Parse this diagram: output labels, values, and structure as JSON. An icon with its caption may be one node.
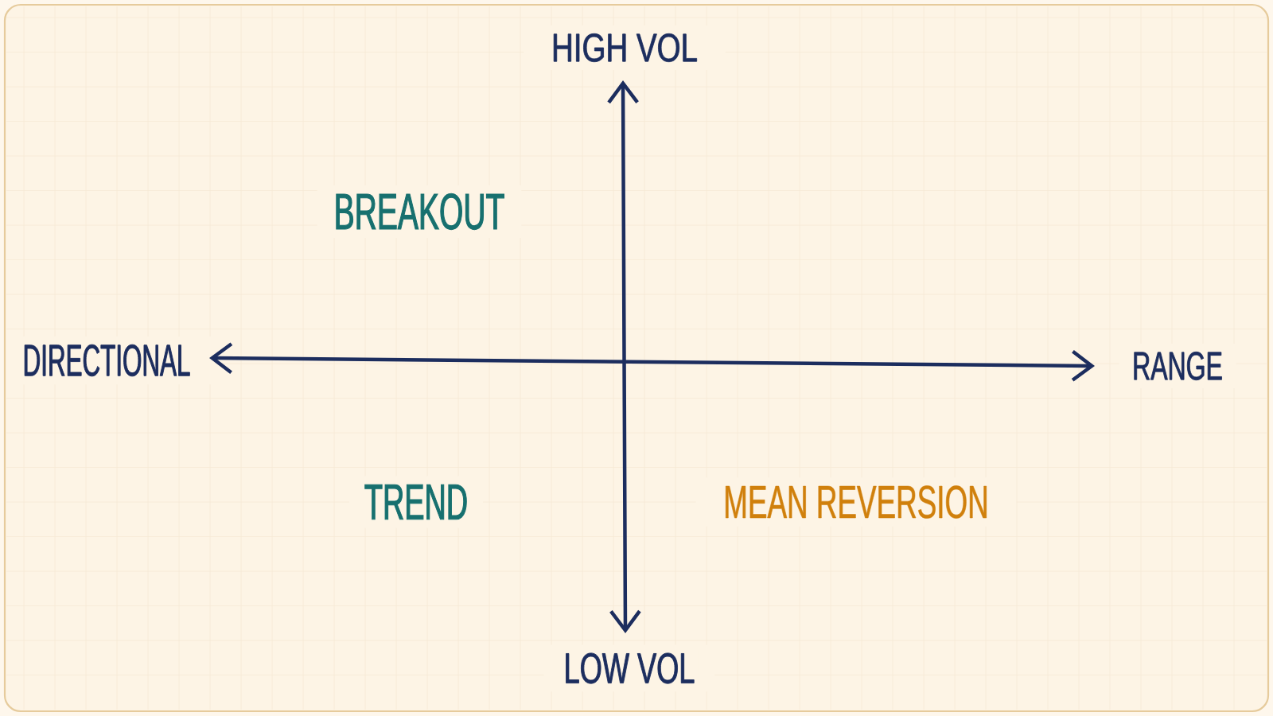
{
  "diagram": {
    "labels": [
      "HIGH VOL",
      "BREAKOUT",
      "DIRECTIONAL",
      "RANGE",
      "TREND",
      "MEAN REVERSION",
      "LOW VOL"
    ]
  }
}
